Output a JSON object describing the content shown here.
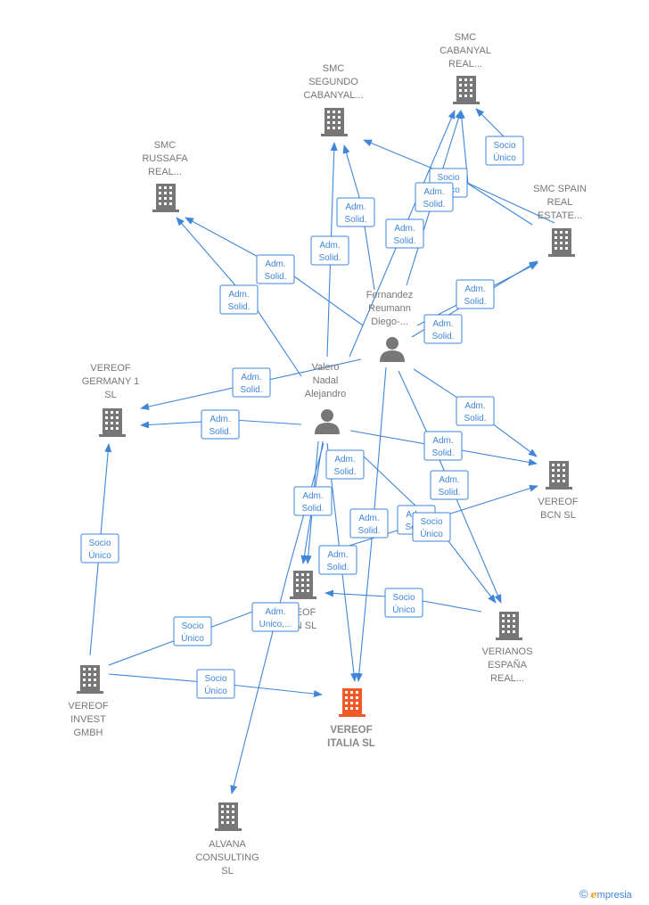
{
  "nodes": {
    "smc_cabanyal": {
      "lines": [
        "SMC",
        "CABANYAL",
        "REAL..."
      ],
      "kind": "company"
    },
    "smc_segundo": {
      "lines": [
        "SMC",
        "SEGUNDO",
        "CABANYAL..."
      ],
      "kind": "company"
    },
    "smc_russafa": {
      "lines": [
        "SMC",
        "RUSSAFA",
        "REAL..."
      ],
      "kind": "company"
    },
    "smc_spain": {
      "lines": [
        "SMC SPAIN",
        "REAL",
        "ESTATE..."
      ],
      "kind": "company"
    },
    "fernandez": {
      "lines": [
        "Fernandez",
        "Reumann",
        "Diego-..."
      ],
      "kind": "person"
    },
    "valero": {
      "lines": [
        "Valero",
        "Nadal",
        "Alejandro"
      ],
      "kind": "person"
    },
    "vereof_germany": {
      "lines": [
        "VEREOF",
        "GERMANY 1",
        "SL"
      ],
      "kind": "company"
    },
    "vereof_bcn": {
      "lines": [
        "VEREOF",
        "BCN  SL"
      ],
      "kind": "company"
    },
    "vereof_n": {
      "lines": [
        "EOF",
        "N  SL"
      ],
      "kind": "company"
    },
    "verianos": {
      "lines": [
        "VERIANOS",
        "ESPAÑA",
        "REAL..."
      ],
      "kind": "company"
    },
    "vereof_invest": {
      "lines": [
        "VEREOF",
        "INVEST",
        "GMBH"
      ],
      "kind": "company"
    },
    "vereof_italia": {
      "lines": [
        "VEREOF",
        "ITALIA  SL"
      ],
      "kind": "main"
    },
    "alvana": {
      "lines": [
        "ALVANA",
        "CONSULTING",
        "SL"
      ],
      "kind": "company"
    }
  },
  "edge_labels": [
    {
      "id": "l1",
      "lines": [
        "Socio",
        "Único"
      ]
    },
    {
      "id": "l2",
      "lines": [
        "Socio",
        "Único"
      ]
    },
    {
      "id": "l3",
      "lines": [
        "Adm.",
        "Solid."
      ]
    },
    {
      "id": "l4",
      "lines": [
        "Adm.",
        "Solid."
      ]
    },
    {
      "id": "l5",
      "lines": [
        "Adm.",
        "Solid."
      ]
    },
    {
      "id": "l6",
      "lines": [
        "Adm.",
        "Solid."
      ]
    },
    {
      "id": "l7",
      "lines": [
        "Adm.",
        "Solid."
      ]
    },
    {
      "id": "l8",
      "lines": [
        "Adm.",
        "Solid."
      ]
    },
    {
      "id": "l9",
      "lines": [
        "Adm.",
        "Solid."
      ]
    },
    {
      "id": "l10",
      "lines": [
        "Adm.",
        "Solid."
      ]
    },
    {
      "id": "l11",
      "lines": [
        "Adm.",
        "Solid."
      ]
    },
    {
      "id": "l12",
      "lines": [
        "Adm.",
        "Solid."
      ]
    },
    {
      "id": "l13",
      "lines": [
        "Adm.",
        "Solid."
      ]
    },
    {
      "id": "l14",
      "lines": [
        "Adm.",
        "Solid."
      ]
    },
    {
      "id": "l15",
      "lines": [
        "Adm.",
        "Solid."
      ]
    },
    {
      "id": "l16",
      "lines": [
        "Adm.",
        "Solid."
      ]
    },
    {
      "id": "l17",
      "lines": [
        "Adm.",
        "Solid."
      ]
    },
    {
      "id": "l18",
      "lines": [
        "Adm.",
        "Solid."
      ]
    },
    {
      "id": "l19",
      "lines": [
        "Adm.",
        "Solid."
      ]
    },
    {
      "id": "l20",
      "lines": [
        "Adm.",
        "Solid."
      ]
    },
    {
      "id": "l21",
      "lines": [
        "Adm.",
        "Solid."
      ]
    },
    {
      "id": "l22",
      "lines": [
        "Socio",
        "Único"
      ]
    },
    {
      "id": "l23",
      "lines": [
        "Adm.",
        "Solid."
      ]
    },
    {
      "id": "l24",
      "lines": [
        "Socio",
        "Único"
      ]
    },
    {
      "id": "l25",
      "lines": [
        "Socio",
        "Único"
      ]
    },
    {
      "id": "l26",
      "lines": [
        "Adm.",
        "Unico,..."
      ]
    },
    {
      "id": "l27",
      "lines": [
        "Socio",
        "Único"
      ]
    },
    {
      "id": "l28",
      "lines": [
        "Socio",
        "Único"
      ]
    }
  ],
  "credit": {
    "symbol": "©",
    "brand_initial": "e",
    "brand_rest": "mpresia"
  },
  "colors": {
    "edge": "#3f86d8",
    "building": "#777777",
    "main_building": "#f05a28",
    "person": "#777777"
  }
}
